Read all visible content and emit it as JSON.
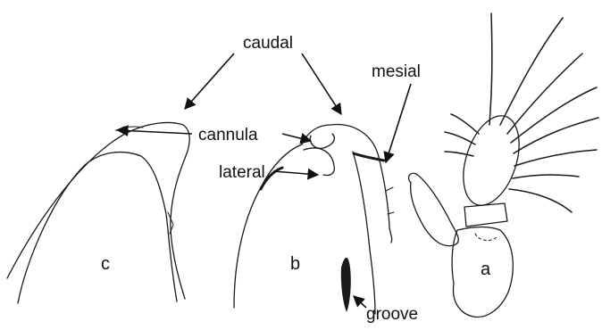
{
  "labels": {
    "caudal": "caudal",
    "mesial": "mesial",
    "cannula": "cannula",
    "lateral": "lateral",
    "groove": "groove"
  },
  "panels": {
    "a": "a",
    "b": "b",
    "c": "c"
  },
  "colors": {
    "ink": "#1a1a1a",
    "background": "#ffffff"
  }
}
